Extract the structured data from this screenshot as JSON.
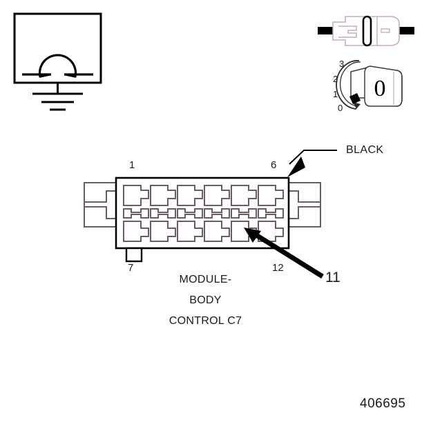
{
  "figure": {
    "code": "406695",
    "connector": {
      "name_lines": [
        "MODULE-",
        "BODY",
        "CONTROL C7"
      ],
      "color_label": "BLACK",
      "pin_labels": {
        "top_left": "1",
        "top_right": "6",
        "bottom_left": "7",
        "bottom_right": "12"
      },
      "callout": "11",
      "cavity_columns": 6,
      "cavity_rows": 2,
      "total_cavities": 12,
      "colors": {
        "outline": "#000000",
        "cavity_outline": "#6b5d5d",
        "arrow": "#000000",
        "text": "#1a1a1a"
      }
    },
    "ohmmeter": {
      "symbol": "omega-ohm",
      "has_ground": true
    },
    "switch": {
      "position_labels": [
        "3",
        "2",
        "1",
        "0"
      ],
      "key_label": "0",
      "colors": {
        "outline": "#c9aeb0",
        "accent": "#000000"
      }
    }
  }
}
